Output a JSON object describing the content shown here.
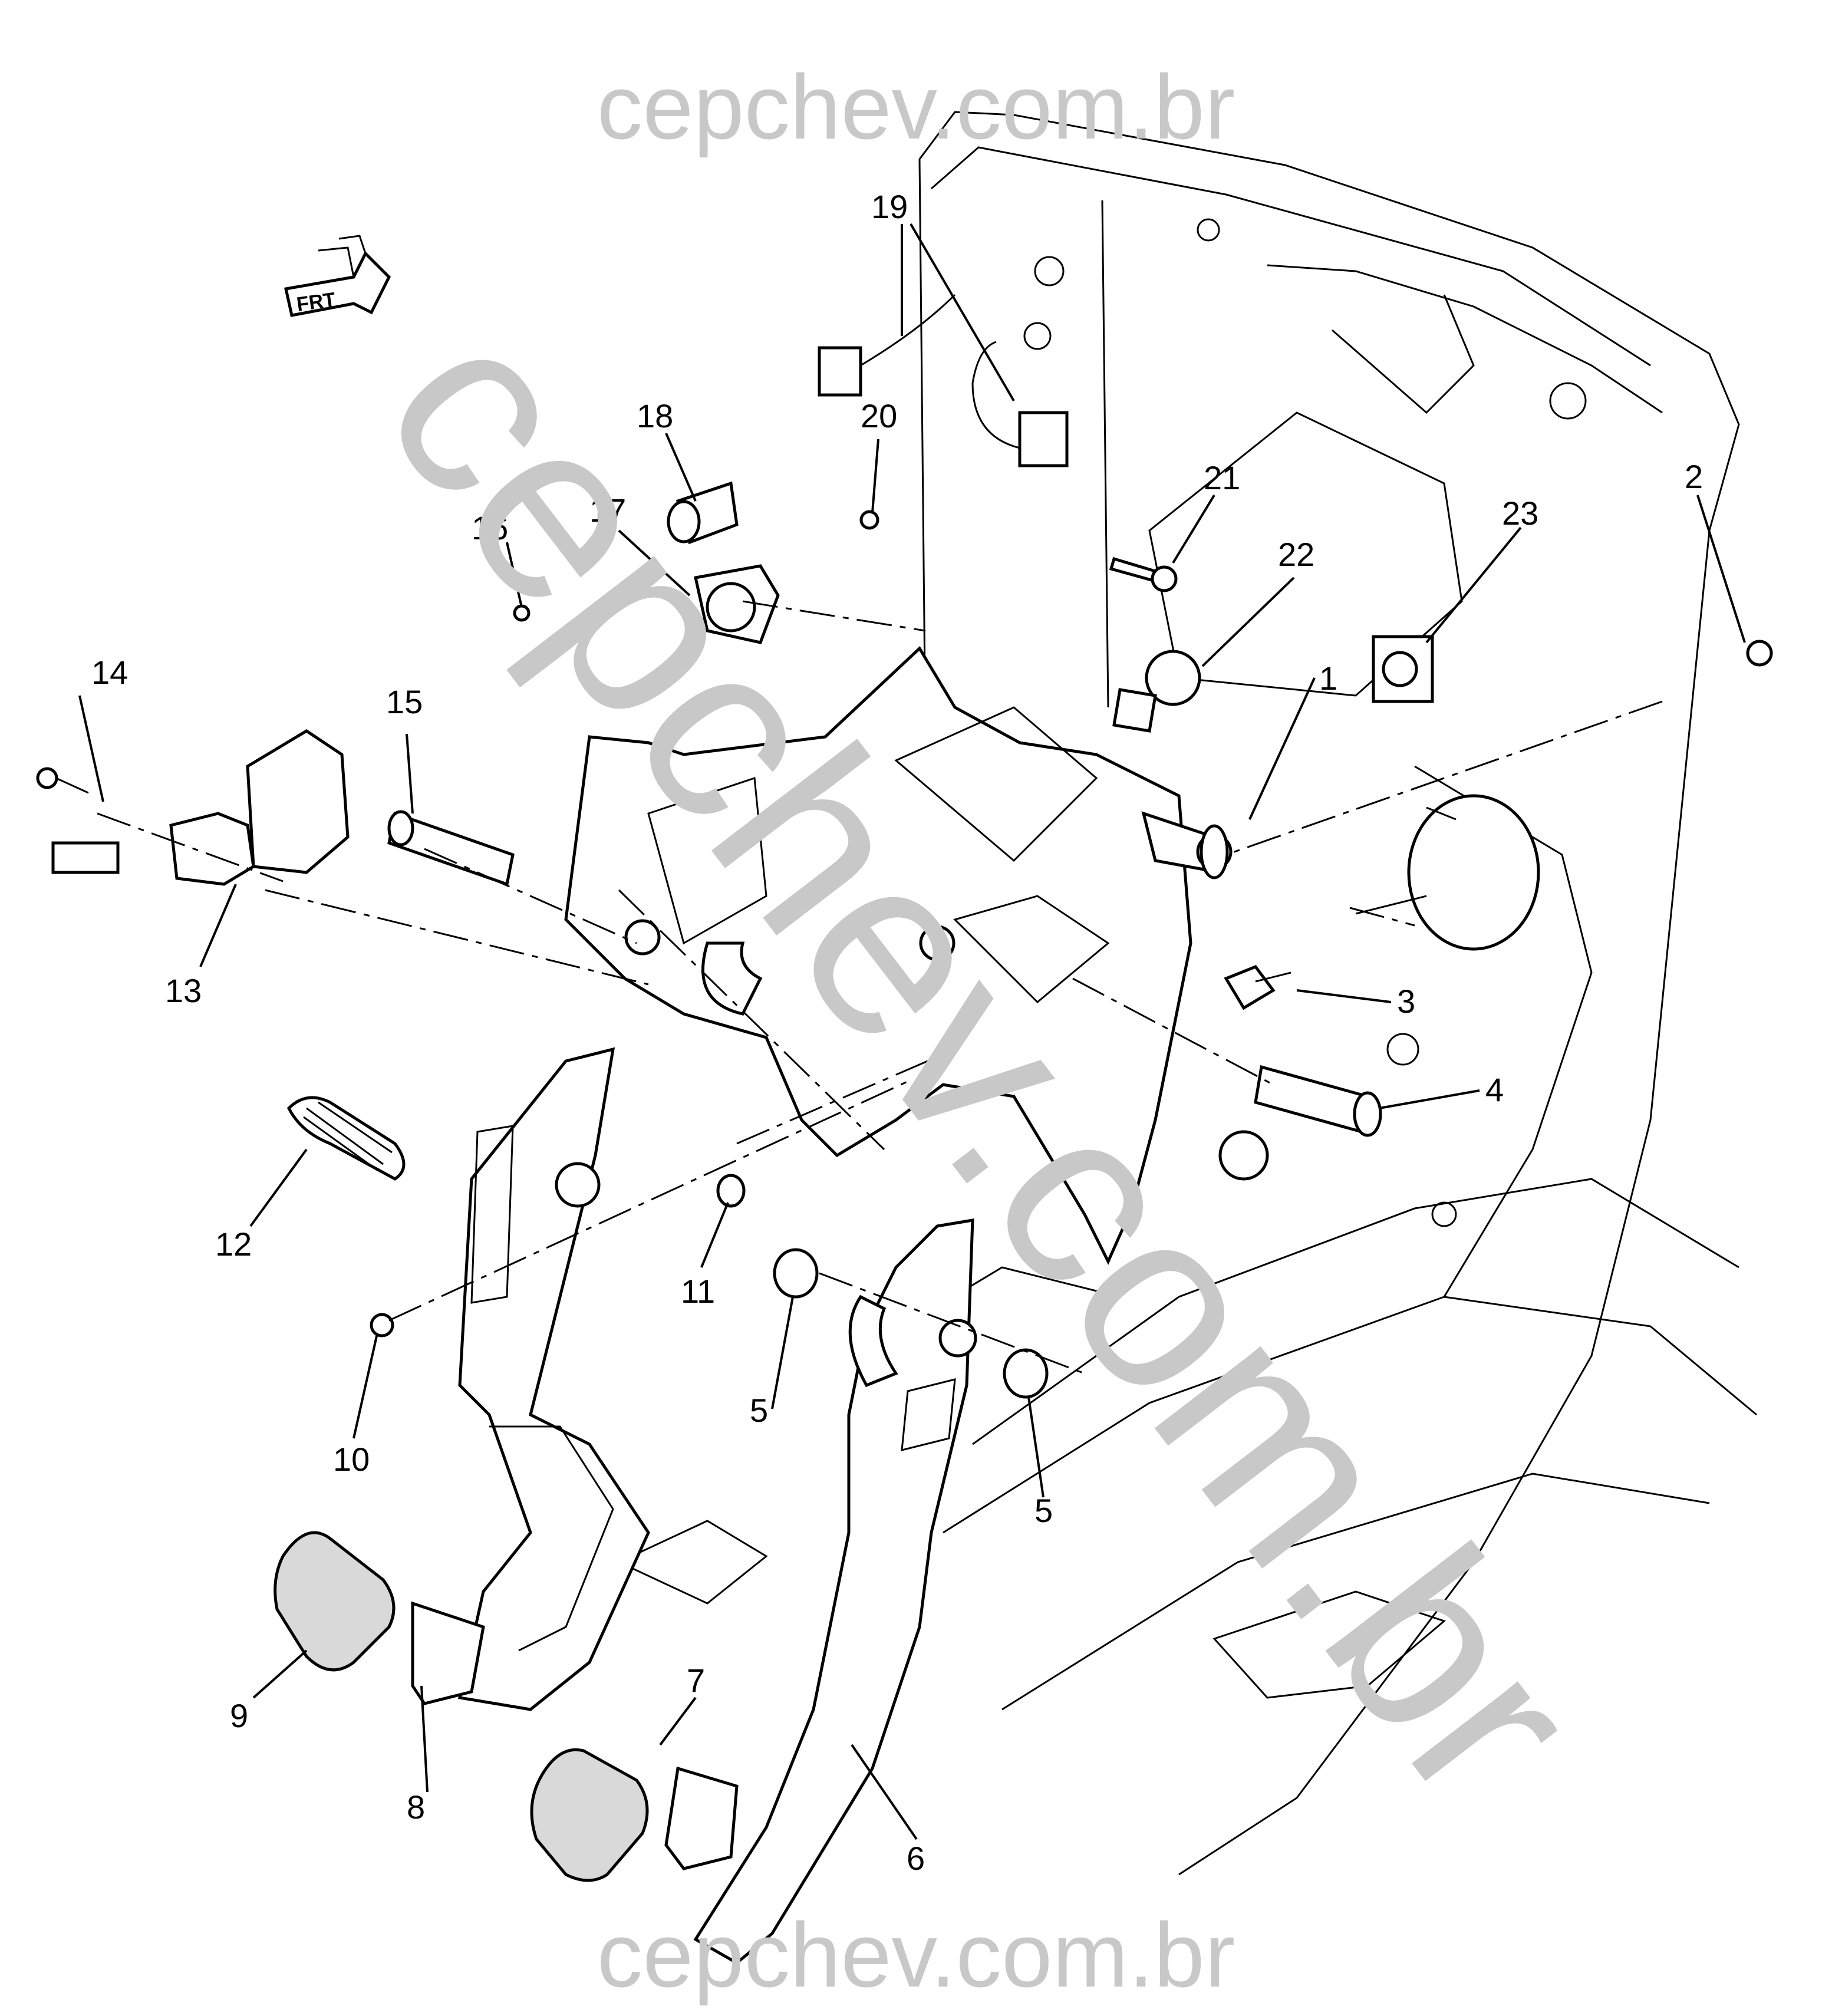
{
  "watermark": {
    "top": "cepchev.com.br",
    "bottom": "cepchev.com.br",
    "diagonal": "cepchev.com.br"
  },
  "front_arrow": {
    "label": "FRT",
    "icon": "front-direction-arrow-icon"
  },
  "callouts": [
    "1",
    "2",
    "3",
    "4",
    "5",
    "5",
    "6",
    "7",
    "8",
    "9",
    "10",
    "11",
    "12",
    "13",
    "14",
    "15",
    "16",
    "17",
    "18",
    "19",
    "20",
    "21",
    "22",
    "23"
  ]
}
